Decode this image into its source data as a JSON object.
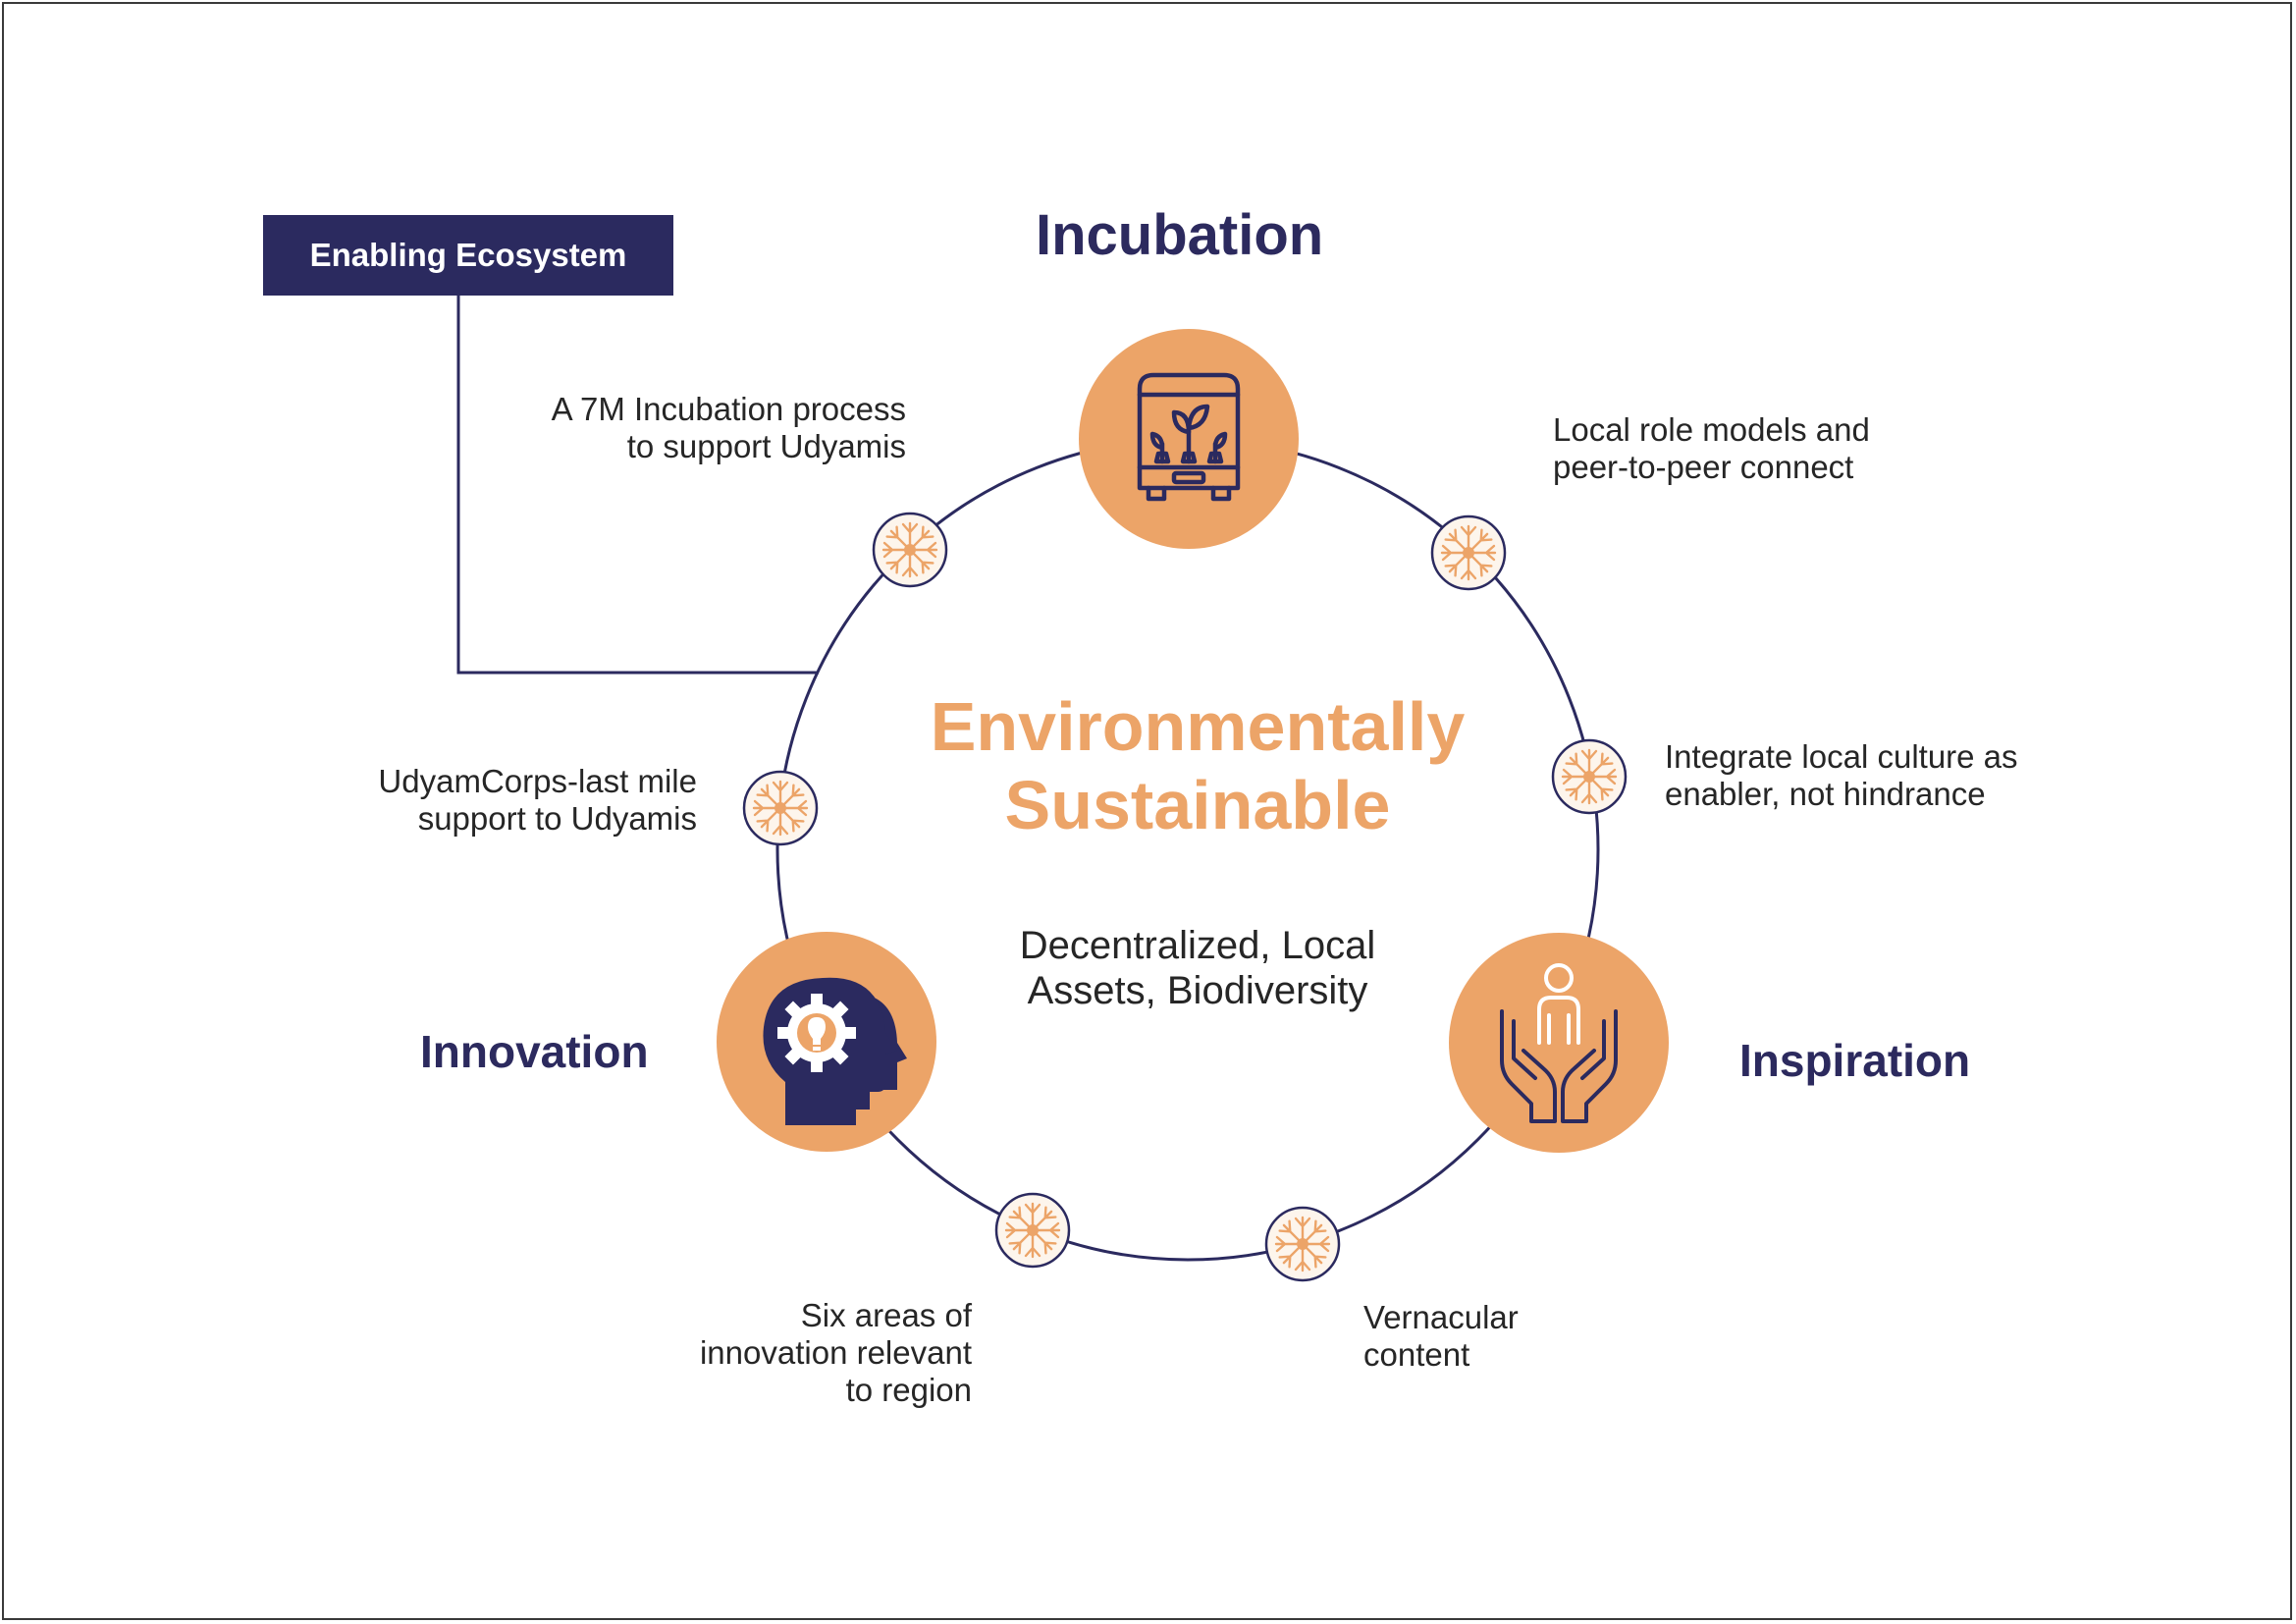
{
  "badge": {
    "label": "Enabling Ecosystem"
  },
  "center": {
    "title_line1": "Environmentally",
    "title_line2": "Sustainable",
    "subtitle_line1": "Decentralized, Local",
    "subtitle_line2": "Assets, Biodiversity"
  },
  "pillars": {
    "incubation": "Incubation",
    "innovation": "Innovation",
    "inspiration": "Inspiration"
  },
  "annotations": {
    "seven_m": [
      "A 7M Incubation process",
      "to support Udyamis"
    ],
    "role_models": [
      "Local role models and",
      "peer-to-peer connect"
    ],
    "culture": [
      "Integrate local culture as",
      "enabler, not hindrance"
    ],
    "udyamcorps": [
      "UdyamCorps-last mile",
      "support to Udyamis"
    ],
    "six_areas": [
      "Six areas of",
      "innovation relevant",
      "to region"
    ],
    "vernacular": [
      "Vernacular",
      "content"
    ]
  },
  "icons": {
    "incubation": "plant-incubator-icon",
    "innovation": "head-lightbulb-gear-icon",
    "inspiration": "hands-holding-person-icon",
    "node": "sunburst-node-icon"
  },
  "colors": {
    "navy": "#2b2a5f",
    "orange": "#eca468",
    "text": "#262626"
  }
}
